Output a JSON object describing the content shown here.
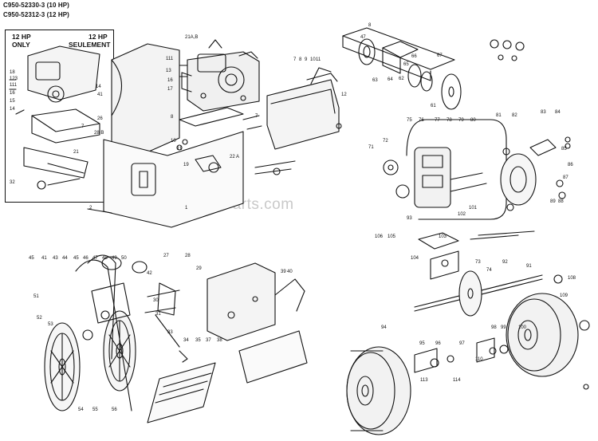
{
  "models": [
    "C950-52330-3 (10 HP)",
    "C950-52312-3 (12 HP)"
  ],
  "inset": {
    "label_left_line1": "12 HP",
    "label_left_line2": "ONLY",
    "label_right_line1": "12 HP",
    "label_right_line2": "SEULEMENT"
  },
  "watermark": "eReplacementParts.com",
  "part_numbers": {
    "engine": [
      "21A,B",
      "111",
      "13",
      "16",
      "17",
      "8"
    ],
    "inset": [
      "18",
      "123",
      "111",
      "16",
      "15",
      "14",
      "14",
      "41",
      "26",
      "7",
      "28 B",
      "21",
      "32"
    ],
    "housing": [
      "7",
      "10",
      "11",
      "19",
      "22 A",
      "1",
      "2"
    ],
    "cover": [
      "7",
      "8",
      "9",
      "10",
      "11",
      "12"
    ],
    "auger_bearing": [
      "8",
      "61",
      "62",
      "63",
      "64",
      "65",
      "66",
      "67",
      "47"
    ],
    "belt_left": [
      "45",
      "41",
      "43",
      "44",
      "45",
      "46",
      "47",
      "48",
      "49",
      "50",
      "51",
      "52",
      "53",
      "54",
      "55",
      "56"
    ],
    "belt_mid": [
      "27",
      "28",
      "29",
      "30",
      "31",
      "33",
      "34",
      "35",
      "37",
      "38",
      "39",
      "40",
      "42"
    ],
    "trans": [
      "75",
      "76",
      "77",
      "78",
      "79",
      "80",
      "81",
      "82",
      "83",
      "84",
      "85",
      "86",
      "87",
      "88",
      "89",
      "101",
      "102",
      "103",
      "104",
      "105",
      "106"
    ],
    "axle": [
      "71",
      "72",
      "73",
      "74",
      "91",
      "92",
      "93",
      "108",
      "109"
    ],
    "wheels": [
      "94",
      "95",
      "96",
      "97",
      "98",
      "99",
      "100",
      "110",
      "113",
      "114"
    ]
  }
}
